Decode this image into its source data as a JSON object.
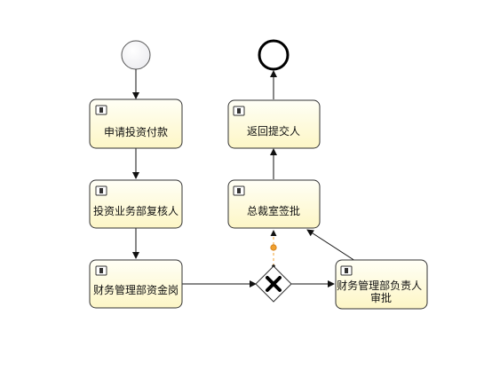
{
  "process": {
    "tasks": [
      {
        "id": "apply",
        "label": "申请投资付款",
        "type_icon": "user-task-icon"
      },
      {
        "id": "review",
        "label": "投资业务部复核人",
        "type_icon": "user-task-icon"
      },
      {
        "id": "fund",
        "label": "财务管理部资金岗",
        "type_icon": "user-task-icon"
      },
      {
        "id": "finance-head",
        "label": "财务管理部负责人 审批",
        "type_icon": "user-task-icon"
      },
      {
        "id": "president",
        "label": "总裁室签批",
        "type_icon": "user-task-icon"
      },
      {
        "id": "return",
        "label": "返回提交人",
        "type_icon": "user-task-icon"
      }
    ],
    "gateway": {
      "type": "exclusive",
      "icon": "x-icon"
    },
    "start_event": {
      "icon": "circle-icon"
    },
    "end_event": {
      "icon": "bold-circle-icon"
    }
  },
  "colors": {
    "task_fill_top": "#fffff6",
    "task_fill_bottom": "#fdf7c9",
    "conditional_flow": "#f0a030",
    "start_fill": "#f6f6f9"
  }
}
